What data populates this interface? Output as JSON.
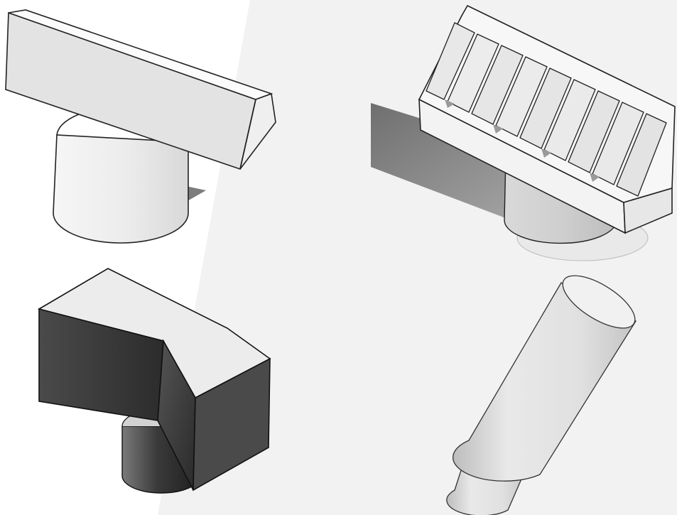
{
  "figure": {
    "panels": [
      {
        "id": "panel-top-left",
        "shape": "prism-on-cylinder"
      },
      {
        "id": "panel-top-right",
        "shape": "ribbed-prism-on-cylinder"
      },
      {
        "id": "panel-bottom-left",
        "shape": "dark-folded-block-on-cylinder"
      },
      {
        "id": "panel-bottom-right",
        "shape": "stepped-cylinder"
      }
    ],
    "colors": {
      "background_light": "#f2f2f2",
      "background_white": "#ffffff",
      "face_light": "#f4f4f4",
      "face_mid": "#dcdcdc",
      "face_dark": "#3c3c3c",
      "shadow": "#8a8a8a",
      "outline": "#222222"
    }
  }
}
